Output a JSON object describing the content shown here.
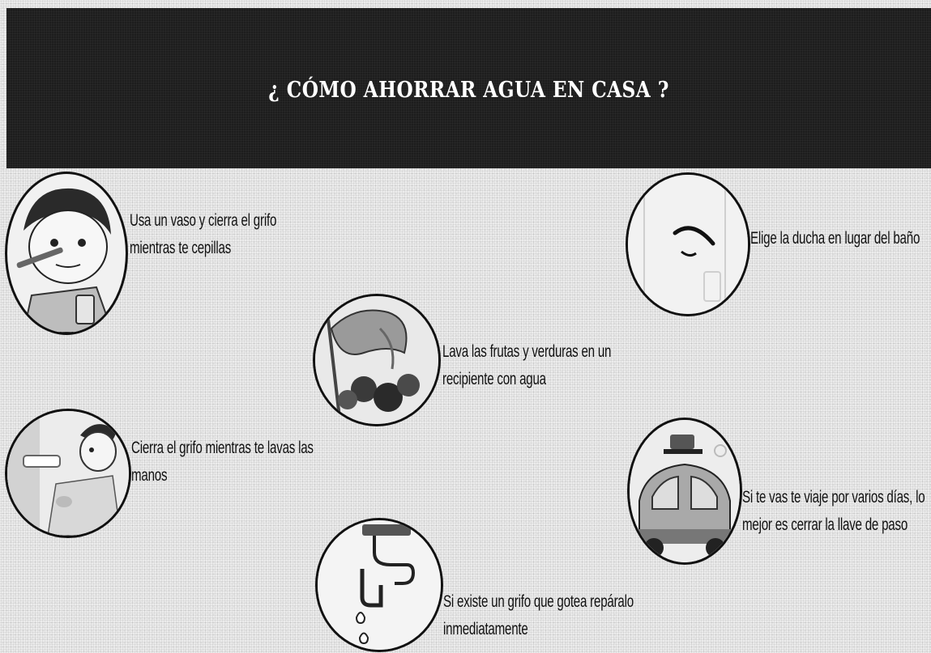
{
  "header": {
    "title": "¿ CÓMO AHORRAR AGUA EN CASA ?"
  },
  "tips": [
    {
      "id": "toothbrush",
      "icon": "toothbrush-boy-icon",
      "lines": [
        "Usa un vaso y cierra el grifo",
        "mientras te cepillas"
      ]
    },
    {
      "id": "fruits",
      "icon": "fruit-washing-icon",
      "lines": [
        "Lava las frutas y verduras en un",
        "recipiente con agua"
      ]
    },
    {
      "id": "hands",
      "icon": "hand-washing-icon",
      "lines": [
        "Cierra el grifo mientras te lavas las",
        "manos"
      ]
    },
    {
      "id": "leak",
      "icon": "dripping-faucet-icon",
      "lines": [
        "Si existe un grifo que gotea repáralo",
        "inmediatamente"
      ]
    },
    {
      "id": "shower",
      "icon": "shower-icon",
      "lines": [
        "Elige la ducha en lugar del baño"
      ]
    },
    {
      "id": "travel",
      "icon": "travel-car-icon",
      "lines": [
        "Si te vas te viaje por varios días, lo",
        "mejor es cerrar la llave de paso"
      ]
    }
  ]
}
